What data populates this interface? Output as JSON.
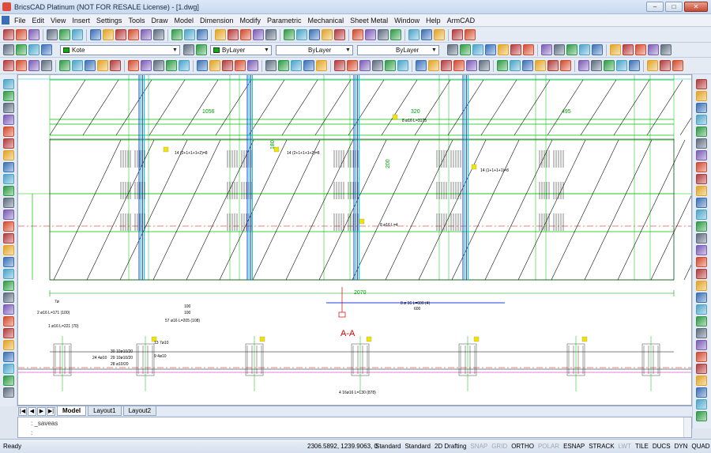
{
  "window": {
    "title": "BricsCAD Platinum (NOT FOR RESALE License) - [1.dwg]",
    "controls": [
      "–",
      "□",
      "✕"
    ]
  },
  "menubar": {
    "items": [
      "File",
      "Edit",
      "View",
      "Insert",
      "Settings",
      "Tools",
      "Draw",
      "Model",
      "Dimension",
      "Modify",
      "Parametric",
      "Mechanical",
      "Sheet Metal",
      "Window",
      "Help",
      "ArmCAD"
    ]
  },
  "properties_toolbar": {
    "layer_value": "Kote",
    "color_value": "ByLayer",
    "linetype_value": "ByLayer",
    "lineweight_value": "ByLayer",
    "layer_color": "#00b400"
  },
  "drawing": {
    "section_label": "A-A",
    "dimensions": [
      "1056",
      "320",
      "495",
      "2070",
      "200",
      "180"
    ],
    "bar_labels": [
      "8 ø16 L=3175",
      "14 (2+1+1+1+2)=8",
      "14 (2+1+1+1+2)=8",
      "8 ø16 L=4",
      "14 (1+1+1+1)=8",
      "8 ø 16 L=600 (4)",
      "600"
    ],
    "detail_labels": [
      "13 7ø10",
      "30 10ø10/20",
      "29 10ø10/20",
      "9 4ø10",
      "24 4ø10",
      "28 ø10/20",
      "4 16ø16 L=130 (878)",
      "1 ø16 L=221 (70)",
      "2 ø16 L=171 (100)",
      "57 ø16 L=205 (108)",
      "7ø",
      "100",
      "100"
    ]
  },
  "tabs": [
    "Model",
    "Layout1",
    "Layout2"
  ],
  "command": {
    "history": ": _saveas",
    "prompt": ":"
  },
  "status": {
    "ready": "Ready",
    "coordinates": "2306.5892, 1239.9063, 0",
    "items": [
      {
        "label": "Standard",
        "on": true
      },
      {
        "label": "Standard",
        "on": true
      },
      {
        "label": "2D Drafting",
        "on": true
      },
      {
        "label": "SNAP",
        "on": false
      },
      {
        "label": "GRID",
        "on": false
      },
      {
        "label": "ORTHO",
        "on": true
      },
      {
        "label": "POLAR",
        "on": false
      },
      {
        "label": "ESNAP",
        "on": true
      },
      {
        "label": "STRACK",
        "on": true
      },
      {
        "label": "LWT",
        "on": false
      },
      {
        "label": "TILE",
        "on": true
      },
      {
        "label": "DUCS",
        "on": true
      },
      {
        "label": "DYN",
        "on": true
      },
      {
        "label": "QUAD",
        "on": true
      }
    ]
  },
  "colors": {
    "structure_green": "#00c000",
    "rebar_black": "#1a1a1a",
    "axis_red": "#d00000",
    "column_blue": "#2040e0",
    "column_cyan": "#00b8e0",
    "label_yellow": "#f0e400",
    "highlight_magenta": "#c000c0",
    "dimension_green": "#00a000"
  }
}
